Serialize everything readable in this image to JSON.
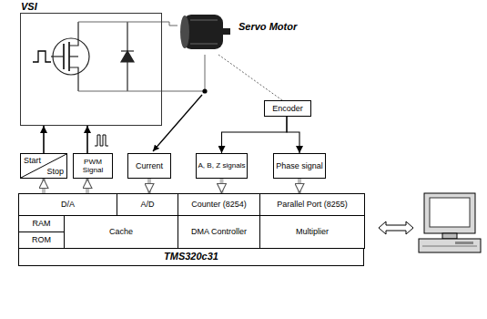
{
  "diagram": {
    "nodes": [
      {
        "text": [
          "VSI"
        ]
      },
      {
        "text": [
          "Servo Motor"
        ]
      },
      {
        "text": [
          "Encoder"
        ]
      },
      {
        "text": [
          "Start",
          "Stop"
        ]
      },
      {
        "text": [
          "PWM Signal"
        ]
      },
      {
        "text": [
          "Current"
        ]
      },
      {
        "text": [
          "A, B, Z signals"
        ]
      },
      {
        "text": [
          "Phase signal"
        ]
      },
      {
        "text": [
          "TMS320c31"
        ]
      },
      {
        "text": [
          "D/A"
        ],
        "in": 8
      },
      {
        "text": [
          "A/D"
        ],
        "in": 8
      },
      {
        "text": [
          "Counter (8254)"
        ],
        "in": 8
      },
      {
        "text": [
          "Parallel Port (8255)"
        ],
        "in": 8
      },
      {
        "text": [
          "RAM"
        ],
        "in": 8
      },
      {
        "text": [
          "ROM"
        ],
        "in": 8
      },
      {
        "text": [
          "Cache"
        ],
        "in": 8
      },
      {
        "text": [
          "DMA Controller"
        ],
        "in": 8
      },
      {
        "text": [
          "Multiplier"
        ],
        "in": 8
      }
    ],
    "edges": [
      {
        "from": 0,
        "to": 1,
        "arrow": "none"
      },
      {
        "from": 1,
        "to": 2,
        "arrow": "none"
      },
      {
        "from": 2,
        "to": 6,
        "arrow": "to"
      },
      {
        "from": 2,
        "to": 7,
        "arrow": "to"
      },
      {
        "from": 3,
        "to": 0,
        "arrow": "to"
      },
      {
        "from": 4,
        "to": 0,
        "arrow": "to"
      },
      {
        "from": 9,
        "to": 3,
        "arrow": "to"
      },
      {
        "from": 9,
        "to": 4,
        "arrow": "to"
      },
      {
        "from": 5,
        "to": 10,
        "arrow": "to"
      },
      {
        "from": 6,
        "to": 11,
        "arrow": "to"
      },
      {
        "from": 7,
        "to": 12,
        "arrow": "to"
      }
    ]
  }
}
